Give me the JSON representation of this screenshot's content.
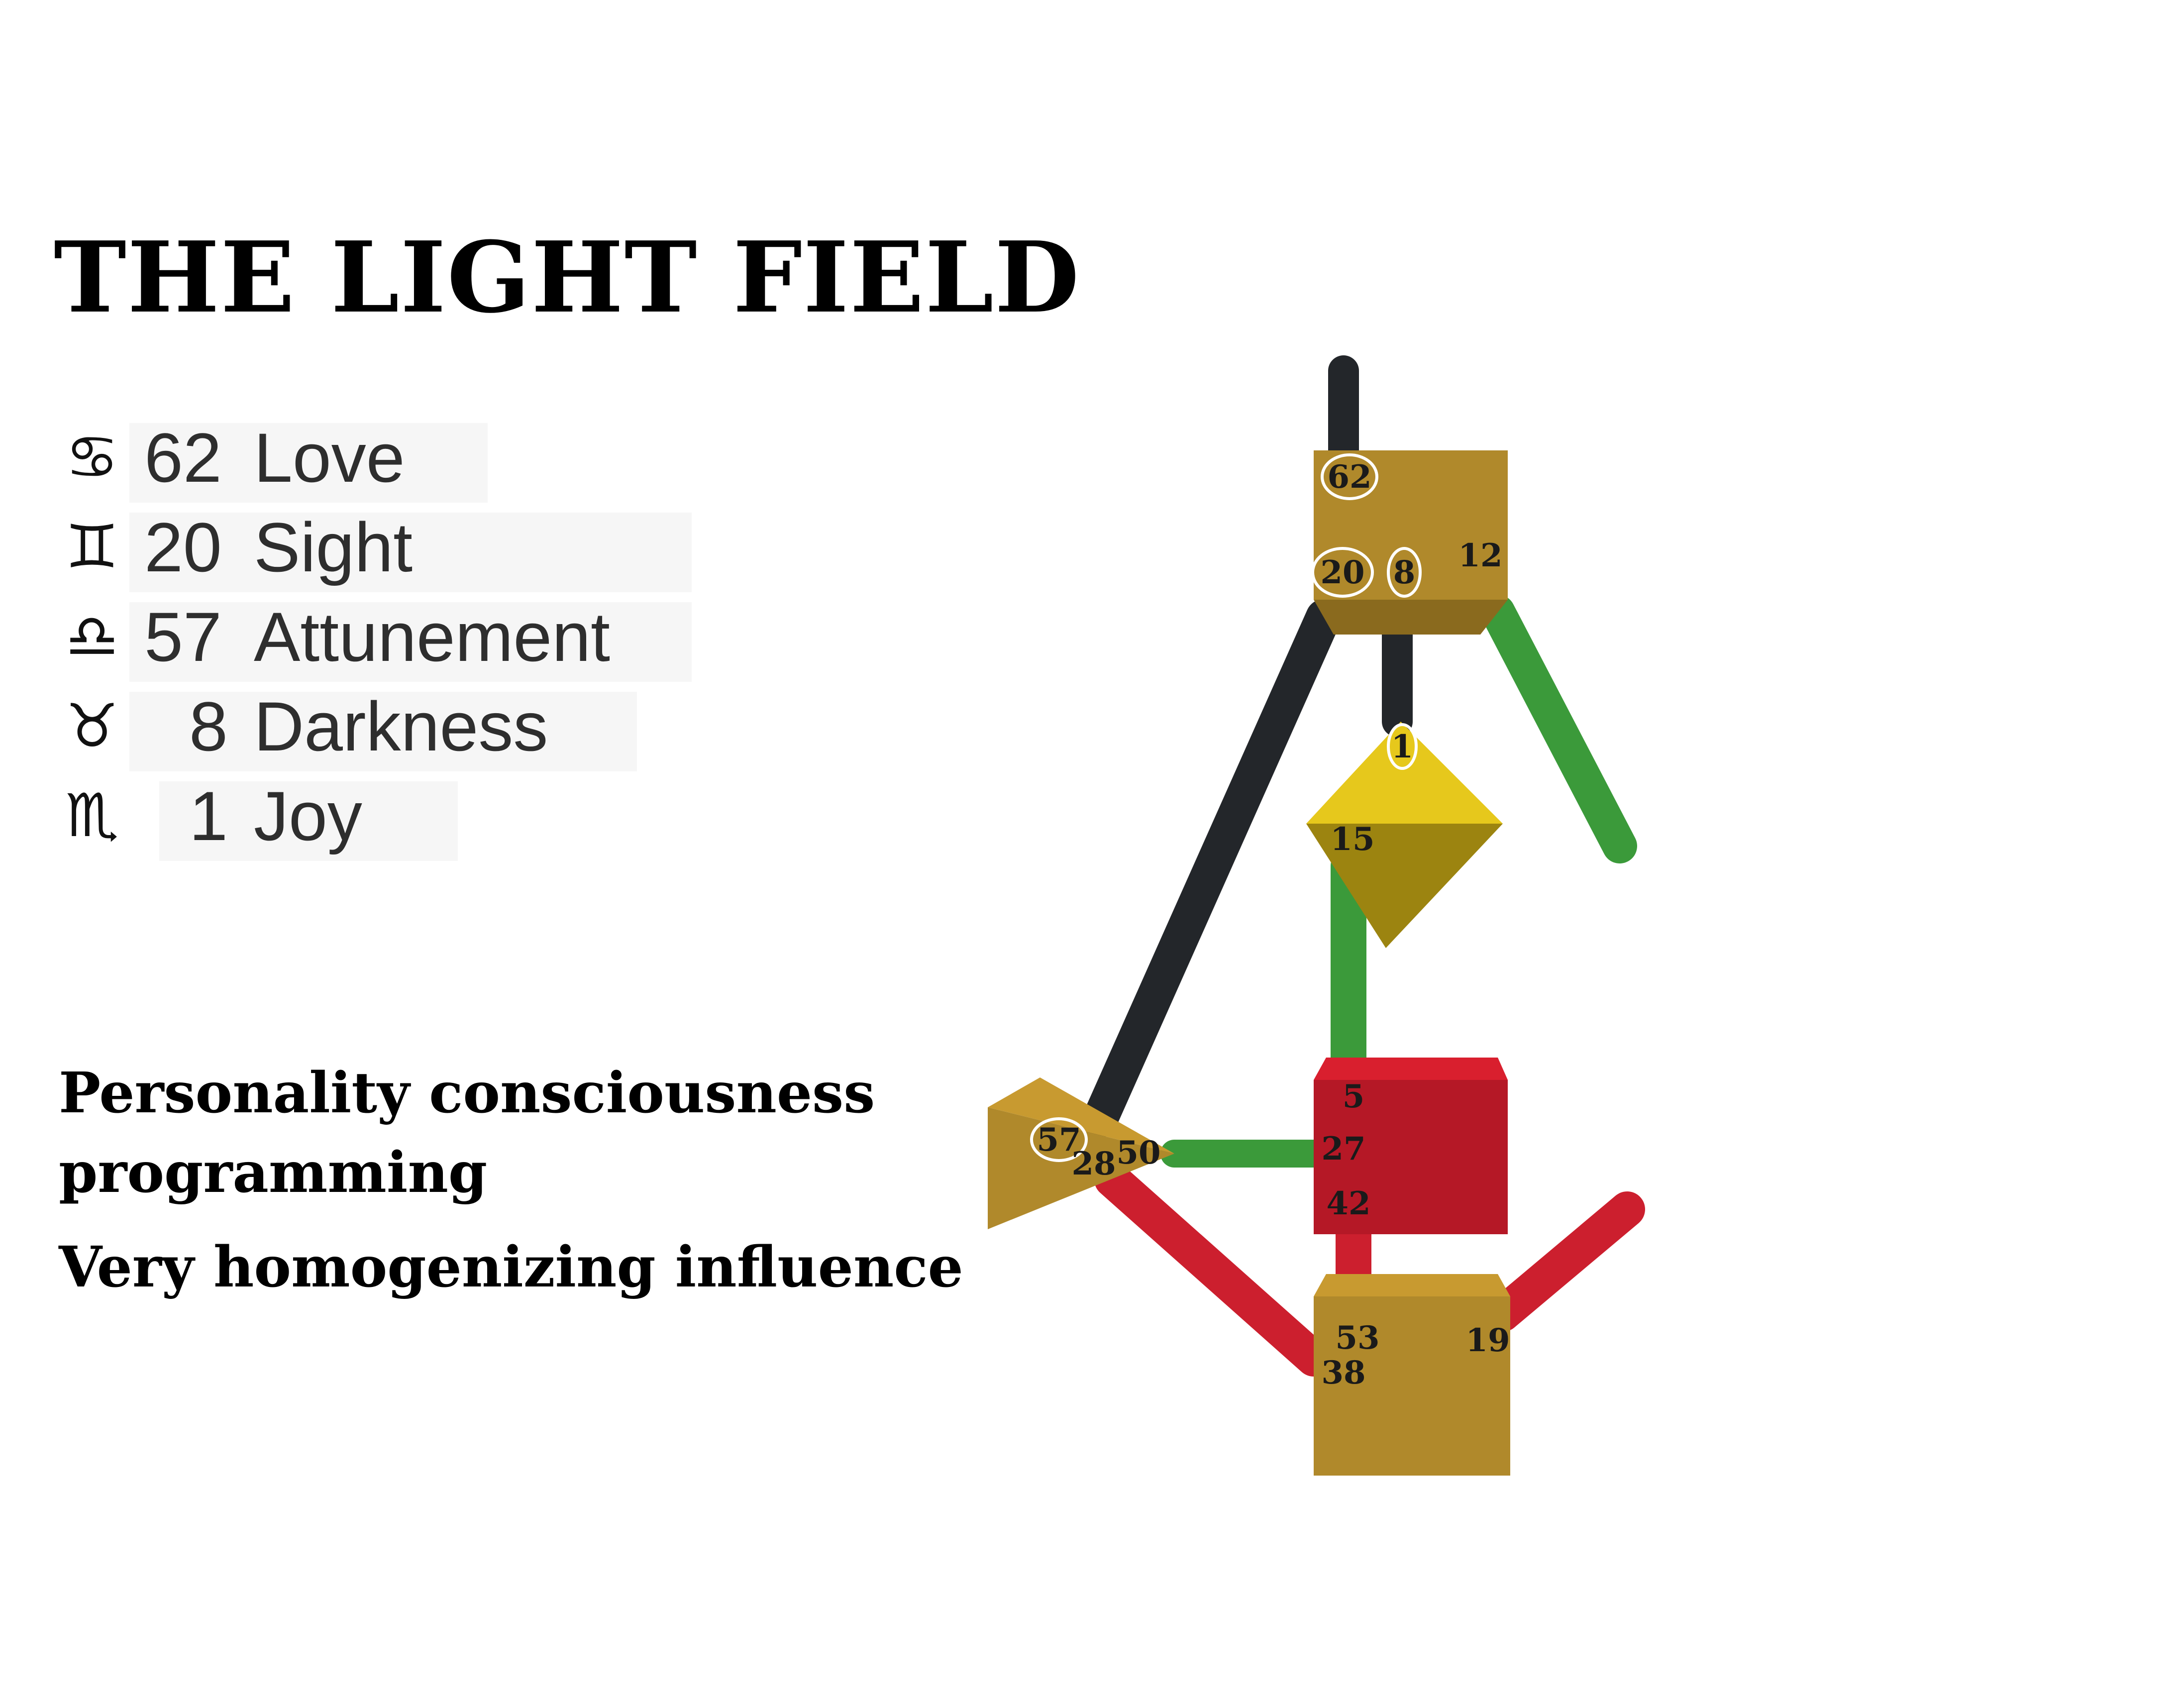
{
  "title": "THE LIGHT FIELD",
  "gates": [
    {
      "symbol": "♋",
      "symbol_name": "cancer-icon",
      "number": "62",
      "label": "Love"
    },
    {
      "symbol": "♊",
      "symbol_name": "gemini-icon",
      "number": "20",
      "label": "Sight"
    },
    {
      "symbol": "♎",
      "symbol_name": "libra-icon",
      "number": "57",
      "label": "Attunement"
    },
    {
      "symbol": "♉",
      "symbol_name": "taurus-icon",
      "number": "8",
      "label": "Darkness"
    },
    {
      "symbol": "♏",
      "symbol_name": "scorpio-icon",
      "number": "1",
      "label": "Joy"
    }
  ],
  "description": {
    "line1": "Personality consciousness",
    "line2": "programming",
    "line3": "Very homogenizing influence"
  },
  "bodygraph": {
    "colors": {
      "ochre": "#b0892b",
      "ochre_dark": "#8a6a1e",
      "yellow": "#e6c81c",
      "yellow_dark": "#9c8410",
      "red": "#b51826",
      "red_top": "#d91f2e",
      "black": "#23262a",
      "green": "#3b9a3a"
    },
    "head_gates": {
      "g62": "62",
      "g20": "20",
      "g8": "8",
      "g12": "12"
    },
    "g_gates": {
      "g1": "1",
      "g15": "15"
    },
    "throat_gates": {
      "g5": "5",
      "g27": "27",
      "g42": "42"
    },
    "spleen_gates": {
      "g57": "57",
      "g28": "28",
      "g50": "50"
    },
    "root_gates": {
      "g53": "53",
      "g38": "38",
      "g19": "19"
    }
  }
}
